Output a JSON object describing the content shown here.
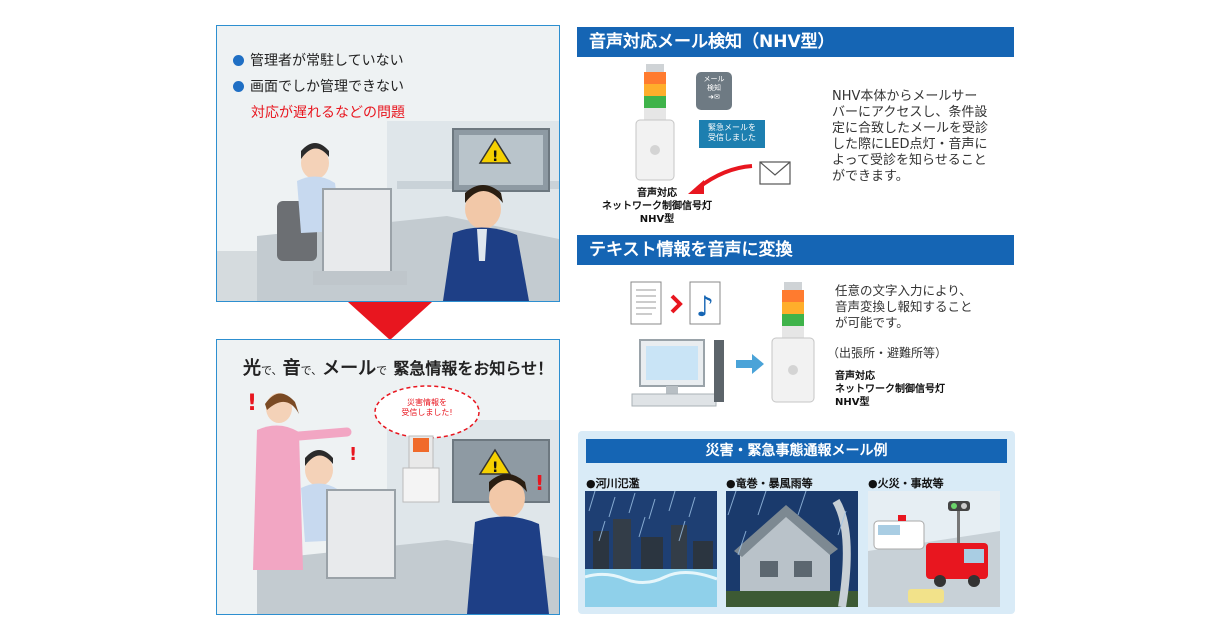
{
  "problem_panel": {
    "bullets": [
      "管理者が常駐していない",
      "画面でしか管理できない"
    ],
    "note": "対応が遅れるなどの問題"
  },
  "solution_panel": {
    "headline_parts": [
      "光",
      "で、",
      "音",
      "で、",
      "メール",
      "で",
      "緊急情報をお知らせ！"
    ],
    "bubble_text": [
      "災害情報を",
      "受信しました!"
    ]
  },
  "section_mail": {
    "title": "音声対応メール検知（NHV型）",
    "mail_icon_label": [
      "メール",
      "検知"
    ],
    "bubble": [
      "緊急メールを",
      "受信しました"
    ],
    "product_label": [
      "音声対応",
      "ネットワーク制御信号灯",
      "NHV型"
    ],
    "description": [
      "NHV本体からメールサー",
      "バーにアクセスし、条件設",
      "定に合致したメールを受診",
      "した際にLED点灯・音声に",
      "よって受診を知らせること",
      "ができます。"
    ]
  },
  "section_text": {
    "title": "テキスト情報を音声に変換",
    "description": [
      "任意の文字入力により、",
      "音声変換し報知すること",
      "が可能です。"
    ],
    "note": "（出張所・避難所等）",
    "product_label": [
      "音声対応",
      "ネットワーク制御信号灯",
      "NHV型"
    ]
  },
  "section_disaster": {
    "title": "災害・緊急事態通報メール例",
    "categories": [
      "●河川氾濫",
      "●竜巻・暴風雨等",
      "●火災・事故等"
    ]
  },
  "colors": {
    "accent_blue": "#1565b4",
    "alert_red": "#e8161f",
    "panel_border": "#2d8fd0"
  }
}
